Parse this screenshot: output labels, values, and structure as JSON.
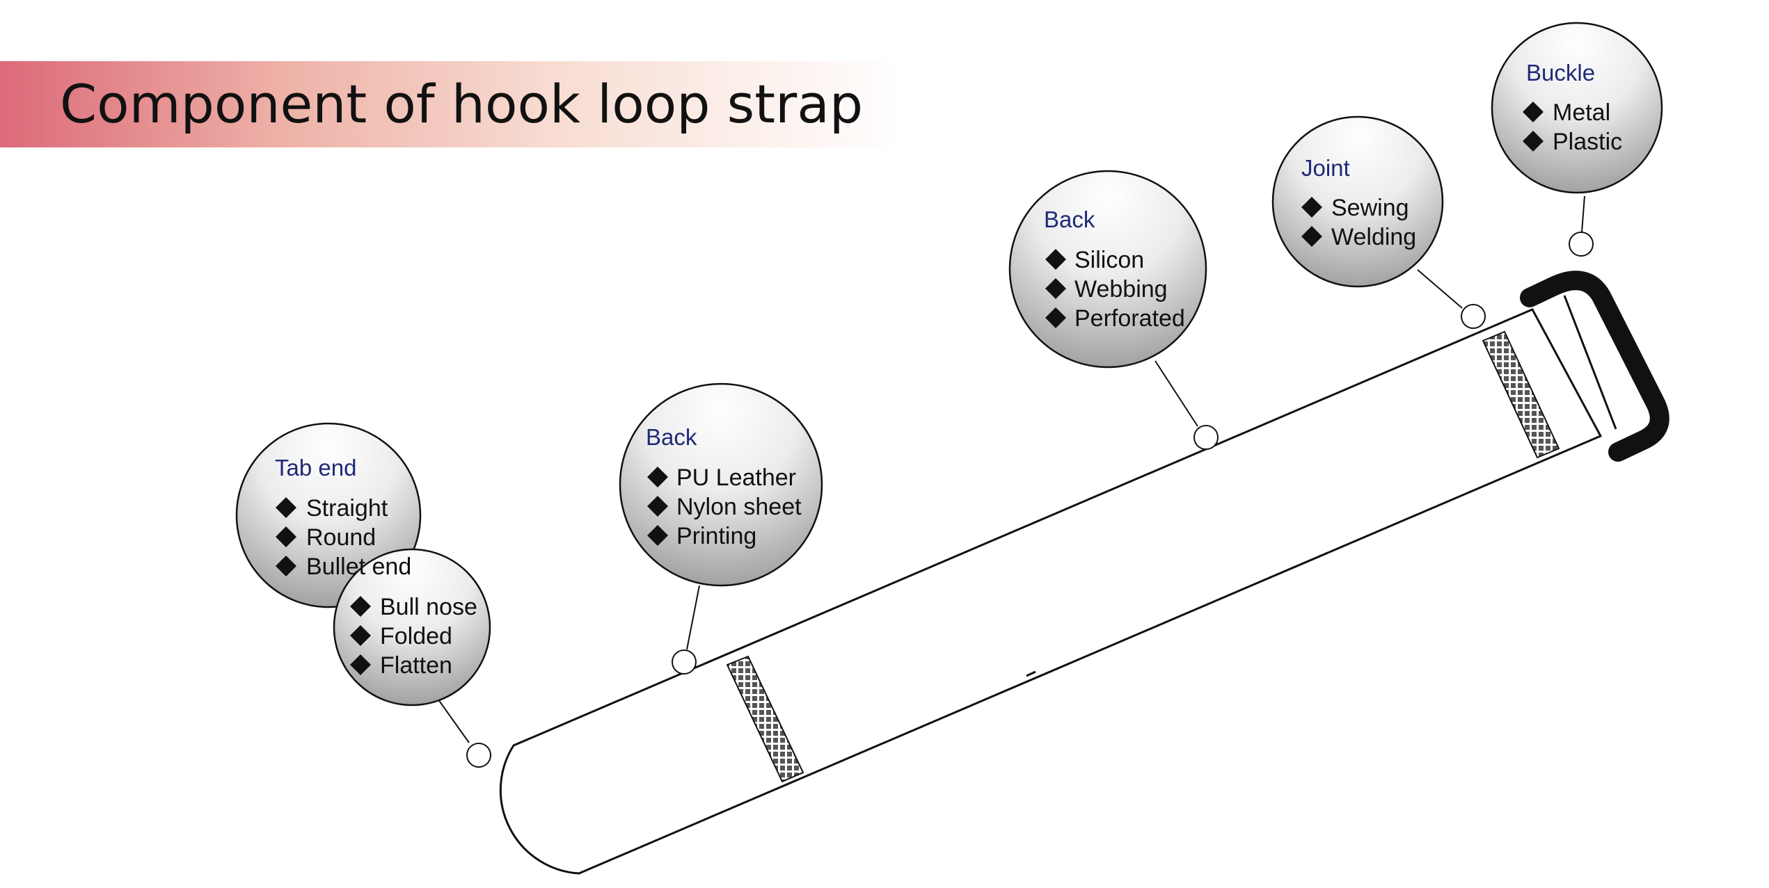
{
  "title": "Component of hook loop strap",
  "bubbles": {
    "tab_end": {
      "title": "Tab end",
      "items": [
        "Straight",
        "Round",
        "Bullet end"
      ],
      "sub_items": [
        "Bull nose",
        "Folded",
        "Flatten"
      ]
    },
    "back_left": {
      "title": "Back",
      "items": [
        "PU Leather",
        "Nylon sheet",
        "Printing"
      ]
    },
    "back_right": {
      "title": "Back",
      "items": [
        "Silicon",
        "Webbing",
        "Perforated"
      ]
    },
    "joint": {
      "title": "Joint",
      "items": [
        "Sewing",
        "Welding"
      ]
    },
    "buckle": {
      "title": "Buckle",
      "items": [
        "Metal",
        "Plastic"
      ]
    }
  },
  "colors": {
    "bubble_title": "#1f2a78",
    "buckle": "#111111",
    "banner_start": "#dc6a78"
  }
}
